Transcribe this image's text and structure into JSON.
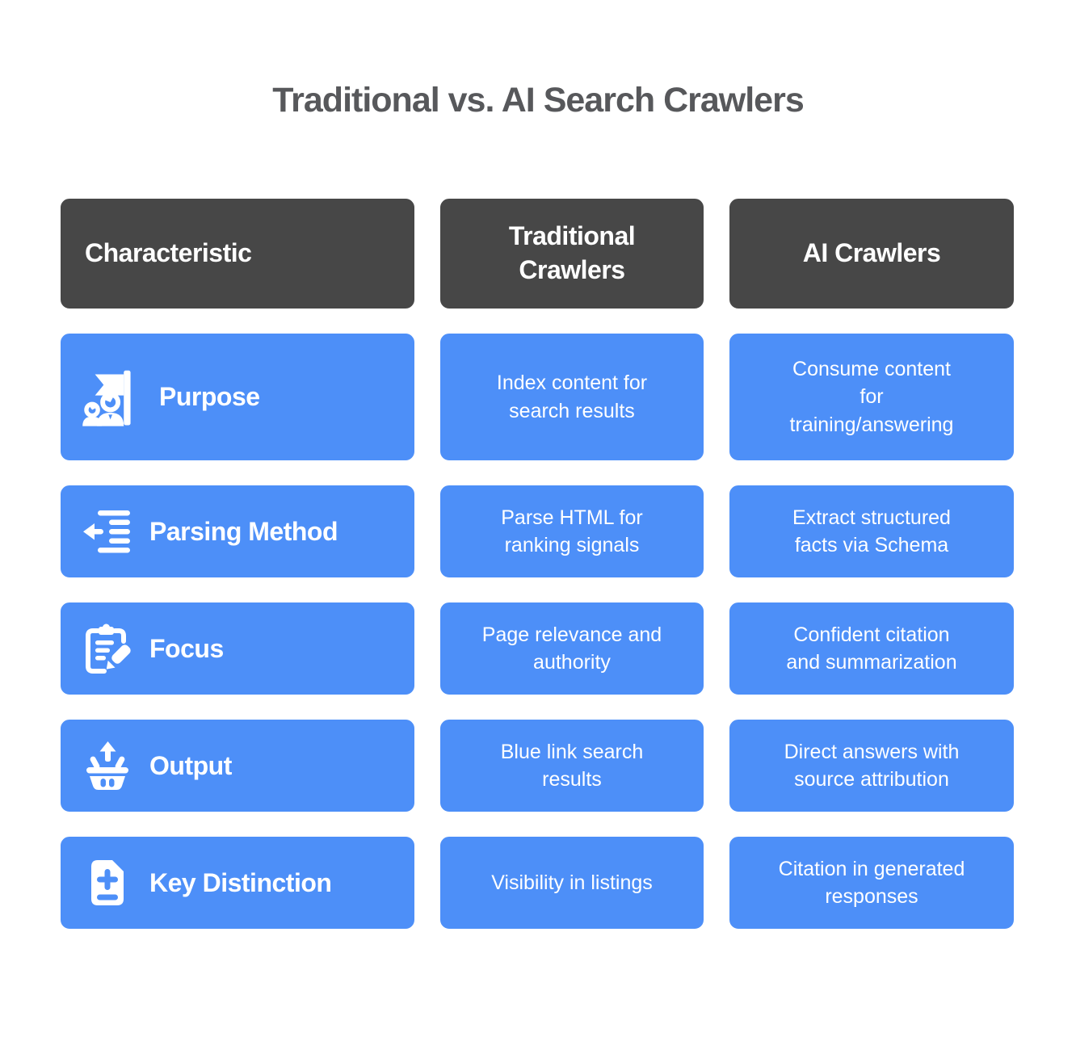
{
  "title": "Traditional vs. AI Search Crawlers",
  "colors": {
    "accent_blue": "#4d8ff8",
    "header_dark": "#474747",
    "title_gray": "#57585b",
    "cell_text": "#ffffff",
    "background": "#ffffff"
  },
  "table": {
    "headers": [
      {
        "label": "Characteristic"
      },
      {
        "label": "Traditional\nCrawlers"
      },
      {
        "label": "AI Crawlers"
      }
    ],
    "rows": [
      {
        "icon": "people-flag-icon",
        "label": "Purpose",
        "traditional": "Index content for\nsearch results",
        "ai": "Consume content\nfor\ntraining/answering"
      },
      {
        "icon": "outdent-arrow-icon",
        "label": "Parsing Method",
        "traditional": "Parse HTML for\nranking signals",
        "ai": "Extract structured\nfacts via Schema"
      },
      {
        "icon": "clipboard-pencil-icon",
        "label": "Focus",
        "traditional": "Page relevance and\nauthority",
        "ai": "Confident citation\nand summarization"
      },
      {
        "icon": "basket-arrow-up-icon",
        "label": "Output",
        "traditional": "Blue link search\nresults",
        "ai": "Direct answers with\nsource attribution"
      },
      {
        "icon": "document-plus-minus-icon",
        "label": "Key Distinction",
        "traditional": "Visibility in listings",
        "ai": "Citation in generated\nresponses"
      }
    ]
  }
}
